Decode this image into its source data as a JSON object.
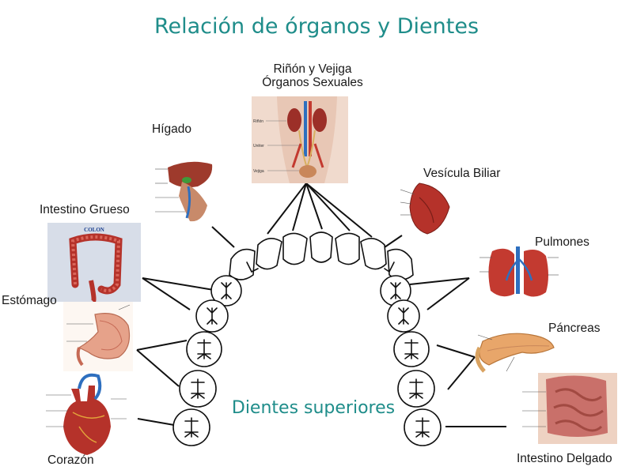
{
  "title": "Relación de órganos y Dientes",
  "subtitle": "Dientes superiores",
  "organs": {
    "rinon": {
      "line1": "Riñón y Vejiga",
      "line2": "Órganos Sexuales"
    },
    "higado": "Hígado",
    "vesicula": "Vesícula Biliar",
    "intestino_grueso": "Intestino Grueso",
    "pulmones": "Pulmones",
    "estomago": "Estómago",
    "pancreas": "Páncreas",
    "corazon": "Corazón",
    "intestino_delgado": "Intestino Delgado"
  },
  "figure_labels": {
    "rinon": "Riñón",
    "ureter": "Uréter",
    "vejiga": "Vejiga",
    "colon": "COLON"
  },
  "colors": {
    "title": "#1f8d8a",
    "organ_red": "#b5322a",
    "skin": "#e8c7b5"
  }
}
